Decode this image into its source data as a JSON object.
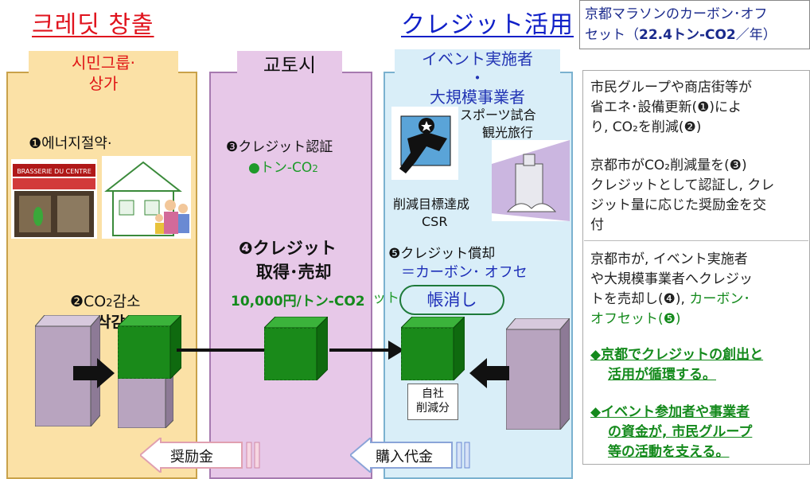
{
  "header": {
    "left_title": "크레딧 창출",
    "right_title": "クレジット活用",
    "topbox_line1": "京都マラソンのカーボン･オフ",
    "topbox_line2_a": "セット（",
    "topbox_line2_b": "22.4トン-CO2",
    "topbox_line2_c": "／年）"
  },
  "columns": {
    "citizen_head_1": "시민그룹·",
    "citizen_head_2": "상가",
    "kyoto_head": "교토시",
    "event_head_1": "イベント実施者",
    "event_head_2": "・",
    "event_head_3": "大規模事業者"
  },
  "steps": {
    "s1": "❶에너지절약·",
    "s2_a": "❷CO",
    "s2_b": "2",
    "s2_c": "감소",
    "s2_d": "삭감",
    "s3_a": "❸クレジット認証",
    "s3_b": "●トン-CO",
    "s3_c": "2",
    "s4_a": "❹クレジット",
    "s4_b": "取得･売却",
    "s4_price": "10,000円/トン-CO2",
    "s4_tail": "ット",
    "s5_a": "❺クレジット償却",
    "s5_b": "＝カーボン･ オフセ",
    "s5_pill": "帳消し"
  },
  "event_labels": {
    "sports": "スポーツ試合",
    "tour": "観光旅行",
    "target": "削減目標達成",
    "csr": "CSR",
    "self_1": "自社",
    "self_2": "削減分"
  },
  "bottom": {
    "incentive": "奨励金",
    "purchase": "購入代金"
  },
  "right_panel": {
    "p1": [
      "市民グループや商店街等が",
      "省エネ･設備更新(❶)によ",
      "り, CO₂を削減(❷)"
    ],
    "p2": [
      "京都市がCO₂削減量を(❸)",
      "クレジットとして認証し, クレ",
      "ジット量に応じた奨励金を交",
      "付"
    ],
    "p3_1": "京都市が, イベント実施者",
    "p3_2": "や大規模事業者へクレジッ",
    "p3_3a": "トを売却し(❹),",
    "p3_3b": "カーボン･",
    "p3_4": "オフセット(❺)",
    "link1_1": "◆京都でクレジットの創出と",
    "link1_2": "活用が循環する。",
    "link2_1": "◆イベント参加者や事業者",
    "link2_2": "の資金が, 市民グループ",
    "link2_3": "等の活動を支える。"
  },
  "colors": {
    "red": "#e0141e",
    "blue": "#1020c8",
    "green": "#148a1c",
    "cube_green": "#1a8a1a"
  }
}
